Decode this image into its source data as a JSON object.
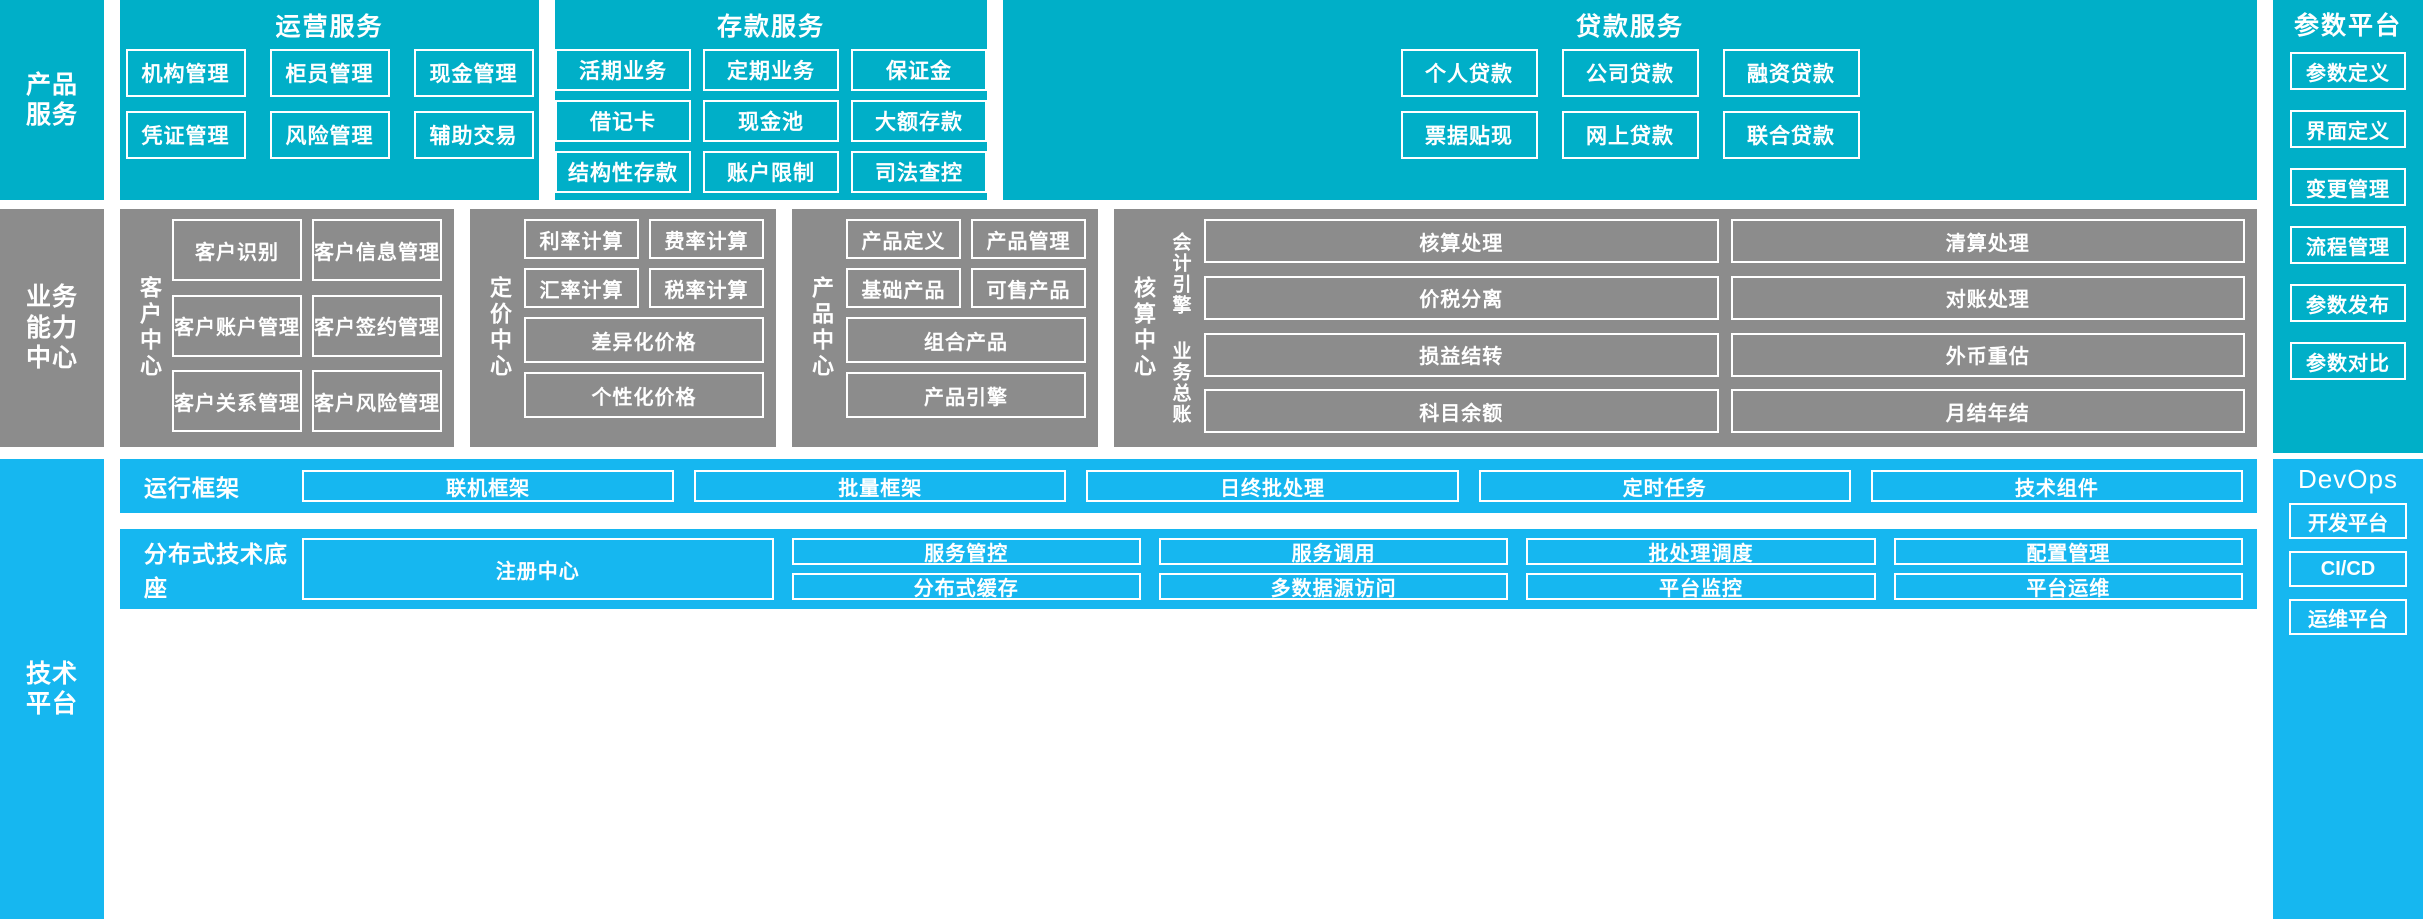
{
  "layers": {
    "product_service": {
      "rail_label": "产品\n服务",
      "panels": [
        {
          "name": "operations",
          "title": "运营服务",
          "cells": [
            "机构管理",
            "柜员管理",
            "现金管理",
            "凭证管理",
            "风险管理",
            "辅助交易"
          ]
        },
        {
          "name": "deposits",
          "title": "存款服务",
          "cells": [
            "活期业务",
            "定期业务",
            "保证金",
            "借记卡",
            "现金池",
            "大额存款",
            "结构性存款",
            "账户限制",
            "司法查控"
          ]
        },
        {
          "name": "loans",
          "title": "贷款服务",
          "cells": [
            "个人贷款",
            "公司贷款",
            "融资贷款",
            "票据贴现",
            "网上贷款",
            "联合贷款"
          ]
        }
      ]
    },
    "business_capability": {
      "rail_label": "业务\n能力\n中心",
      "centers": [
        {
          "name": "customer-center",
          "vlabel": "客户中心",
          "cells": [
            "客户识别",
            "客户信息管理",
            "客户账户管理",
            "客户签约管理",
            "客户关系管理",
            "客户风险管理"
          ]
        },
        {
          "name": "pricing-center",
          "vlabel": "定价中心",
          "cells_top": [
            "利率计算",
            "费率计算"
          ],
          "cells_mid": [
            "汇率计算",
            "税率计算"
          ],
          "cells_wide": [
            "差异化价格",
            "个性化价格"
          ]
        },
        {
          "name": "product-center",
          "vlabel": "产品中心",
          "cells_top": [
            "产品定义",
            "产品管理"
          ],
          "cells_mid": [
            "基础产品",
            "可售产品"
          ],
          "cells_wide": [
            "组合产品",
            "产品引擎"
          ]
        },
        {
          "name": "accounting-center",
          "vlabel": "核算中心",
          "sublabel_top": "会计引擎",
          "sublabel_bottom": "业务总账",
          "cells": [
            "核算处理",
            "清算处理",
            "价税分离",
            "对账处理",
            "损益结转",
            "外币重估",
            "科目余额",
            "月结年结"
          ]
        }
      ]
    },
    "technical_platform": {
      "rail_label": "技术\n平台",
      "runtime": {
        "label": "运行框架",
        "cells": [
          "联机框架",
          "批量框架",
          "日终批处理",
          "定时任务",
          "技术组件"
        ]
      },
      "foundation": {
        "label": "分布式技术底座",
        "registry": "注册中心",
        "columns": [
          [
            "服务管控",
            "分布式缓存"
          ],
          [
            "服务调用",
            "多数据源访问"
          ],
          [
            "批处理调度",
            "平台监控"
          ],
          [
            "配置管理",
            "平台运维"
          ]
        ]
      }
    },
    "parameter_platform": {
      "title": "参数平台",
      "cells": [
        "参数定义",
        "界面定义",
        "变更管理",
        "流程管理",
        "参数发布",
        "参数对比"
      ]
    },
    "devops": {
      "title": "DevOps",
      "cells": [
        "开发平台",
        "CI/CD",
        "运维平台"
      ]
    }
  },
  "colors": {
    "cyan": "#00AFC8",
    "gray": "#8C8C8C",
    "blue": "#16B7F0",
    "white": "#FFFFFF"
  }
}
